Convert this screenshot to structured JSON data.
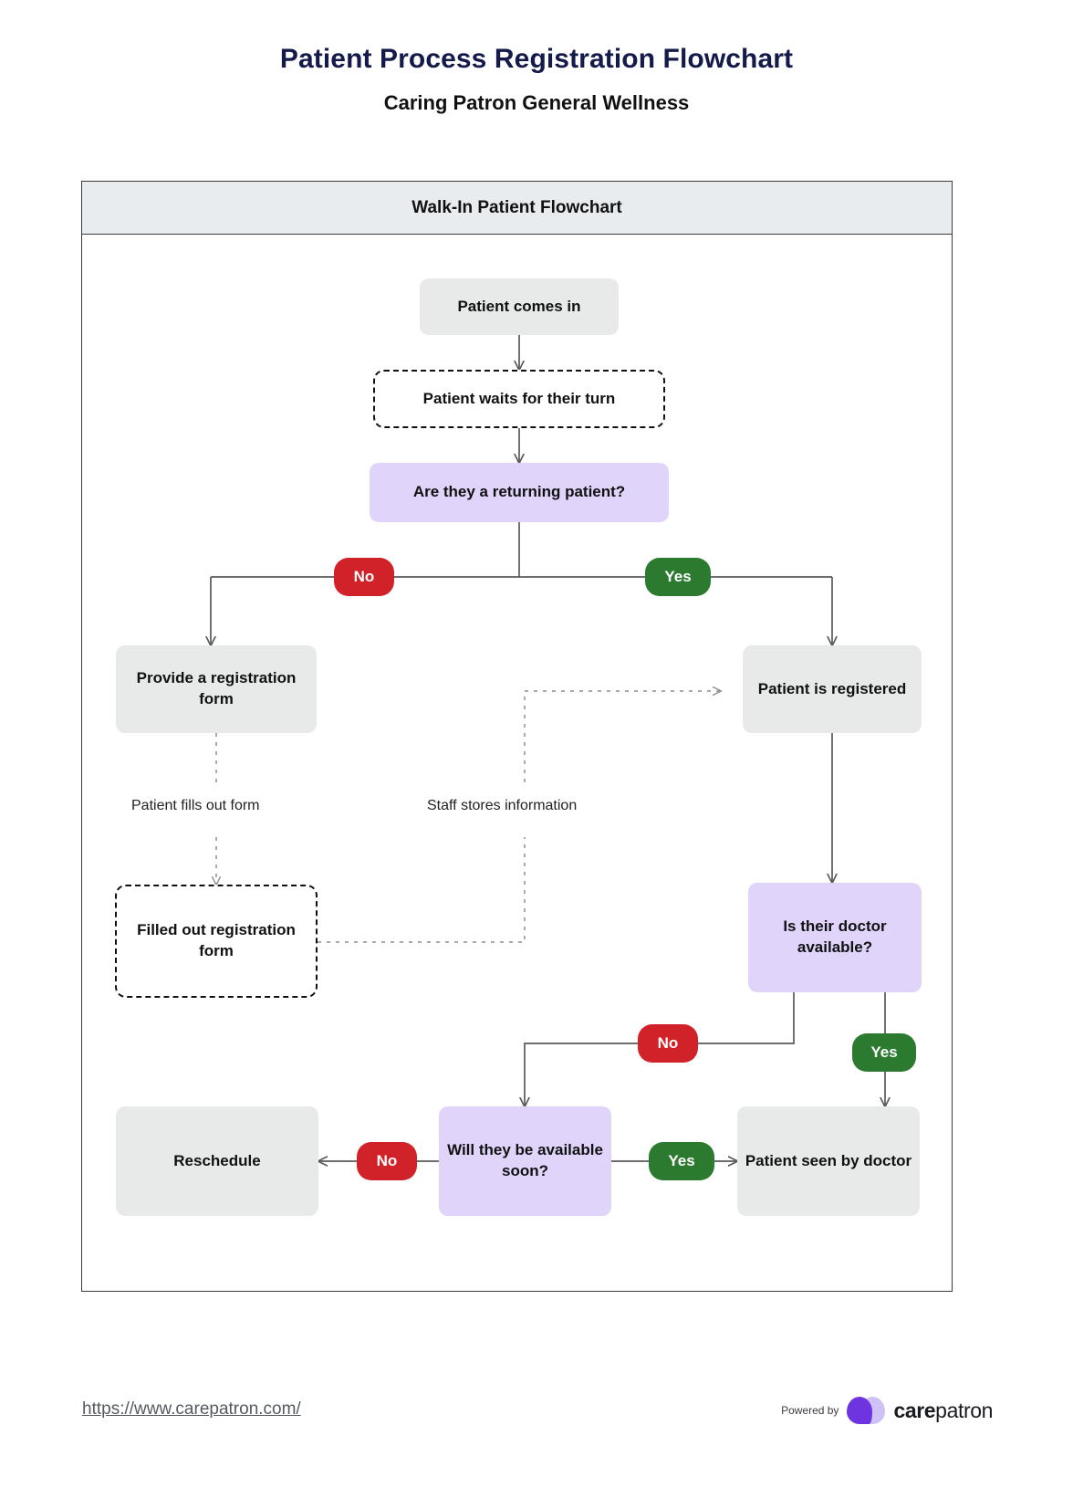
{
  "document": {
    "title": "Patient Process Registration Flowchart",
    "subtitle": "Caring Patron General Wellness"
  },
  "chart": {
    "header": "Walk-In Patient Flowchart",
    "nodes": {
      "patient_comes_in": "Patient comes in",
      "patient_waits": "Patient waits for their turn",
      "returning_patient": "Are they a returning patient?",
      "provide_form": "Provide a registration form",
      "patient_registered": "Patient is registered",
      "filled_out_form": "Filled out registration form",
      "doctor_available": "Is their doctor available?",
      "available_soon": "Will they be available soon?",
      "reschedule": "Reschedule",
      "patient_seen": "Patient seen by doctor"
    },
    "badges": {
      "returning_no": "No",
      "returning_yes": "Yes",
      "doctor_no": "No",
      "doctor_yes": "Yes",
      "soon_no": "No",
      "soon_yes": "Yes"
    },
    "edge_labels": {
      "patient_fills_form": "Patient fills out form",
      "staff_stores_info": "Staff stores information"
    },
    "colors": {
      "process_node": "#e8eaea",
      "decision_node": "#e0d4fb",
      "no_badge": "#d12229",
      "yes_badge": "#2b7a2f",
      "header_bar": "#e9ecef",
      "title_text": "#141a4a",
      "connector": "#5a5a5a"
    }
  },
  "footer": {
    "url": "https://www.carepatron.com/",
    "powered_by": "Powered by",
    "brand_bold": "care",
    "brand_light": "patron"
  }
}
